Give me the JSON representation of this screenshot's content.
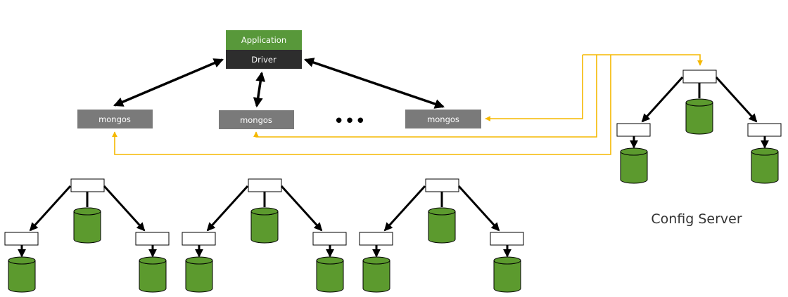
{
  "app": {
    "application_label": "Application",
    "driver_label": "Driver"
  },
  "mongos_routers": [
    {
      "label": "mongos"
    },
    {
      "label": "mongos"
    },
    {
      "label": "mongos"
    }
  ],
  "ellipsis": "•••",
  "config_server": {
    "label": "Config Server"
  },
  "colors": {
    "application_green": "#58983a",
    "driver_dark": "#2d2d2d",
    "mongos_gray": "#7a7a7a",
    "database_green": "#5c9a2e",
    "config_link_yellow": "#f5b800",
    "arrow_black": "#000000"
  }
}
